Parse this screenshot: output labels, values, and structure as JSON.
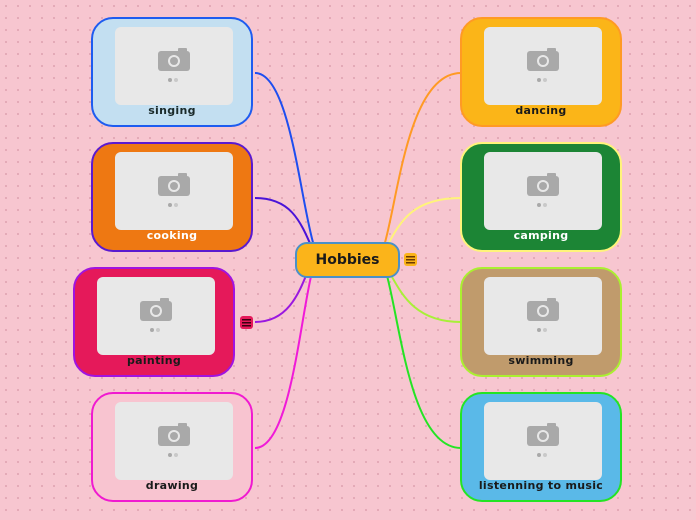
{
  "central_topic": "Hobbies",
  "nodes": [
    {
      "label": "singing",
      "fill": "#c3dff1",
      "border": "#1e5cf0",
      "text": "#1a2a2a",
      "line": "#1e4ef0"
    },
    {
      "label": "cooking",
      "fill": "#ee7812",
      "border": "#5a1ad0",
      "text": "#ffffff",
      "line": "#4a14d8"
    },
    {
      "label": "painting",
      "fill": "#e5195a",
      "border": "#a014e0",
      "text": "#1a1a1a",
      "line": "#9a18e0"
    },
    {
      "label": "drawing",
      "fill": "#f8c4d0",
      "border": "#f01ad0",
      "text": "#1a1a1a",
      "line": "#f01ad8"
    },
    {
      "label": "dancing",
      "fill": "#fbb518",
      "border": "#ff9a24",
      "text": "#1a1a1a",
      "line": "#ff9a24"
    },
    {
      "label": "camping",
      "fill": "#1c8535",
      "border": "#fff47a",
      "text": "#ffffff",
      "line": "#fff47a"
    },
    {
      "label": "swimming",
      "fill": "#c09b6c",
      "border": "#aaf030",
      "text": "#1a1a1a",
      "line": "#a8f038"
    },
    {
      "label": "listenning to music",
      "fill": "#5ab9e8",
      "border": "#24e424",
      "text": "#1a1a1a",
      "line": "#24e424"
    }
  ],
  "icons": {
    "placeholder": "camera-icon",
    "note": "notes-icon"
  },
  "colors": {
    "central_fill": "#fbb41a",
    "central_border": "#4a90c8",
    "note_orange": "#fbb41a",
    "note_pink": "#e5195a",
    "background": "#f7c6d0"
  }
}
